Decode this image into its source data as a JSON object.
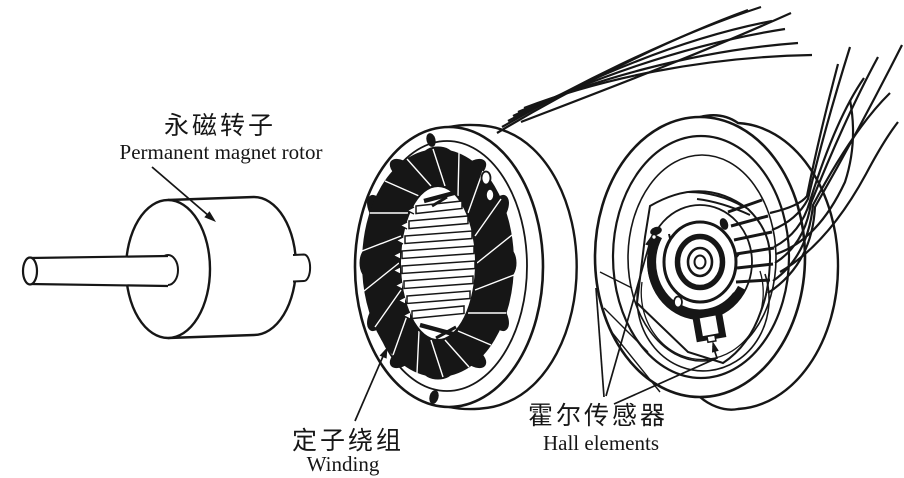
{
  "figure": {
    "type": "line-art exploded diagram of a brushless DC motor",
    "colors": {
      "ink": "#161616",
      "background": "#ffffff"
    }
  },
  "labels": {
    "rotor": {
      "zh": "永磁转子",
      "en": "Permanent magnet rotor"
    },
    "winding": {
      "zh": "定子绕组",
      "en": "Winding"
    },
    "hall": {
      "zh": "霍尔传感器",
      "en": "Hall elements"
    }
  }
}
